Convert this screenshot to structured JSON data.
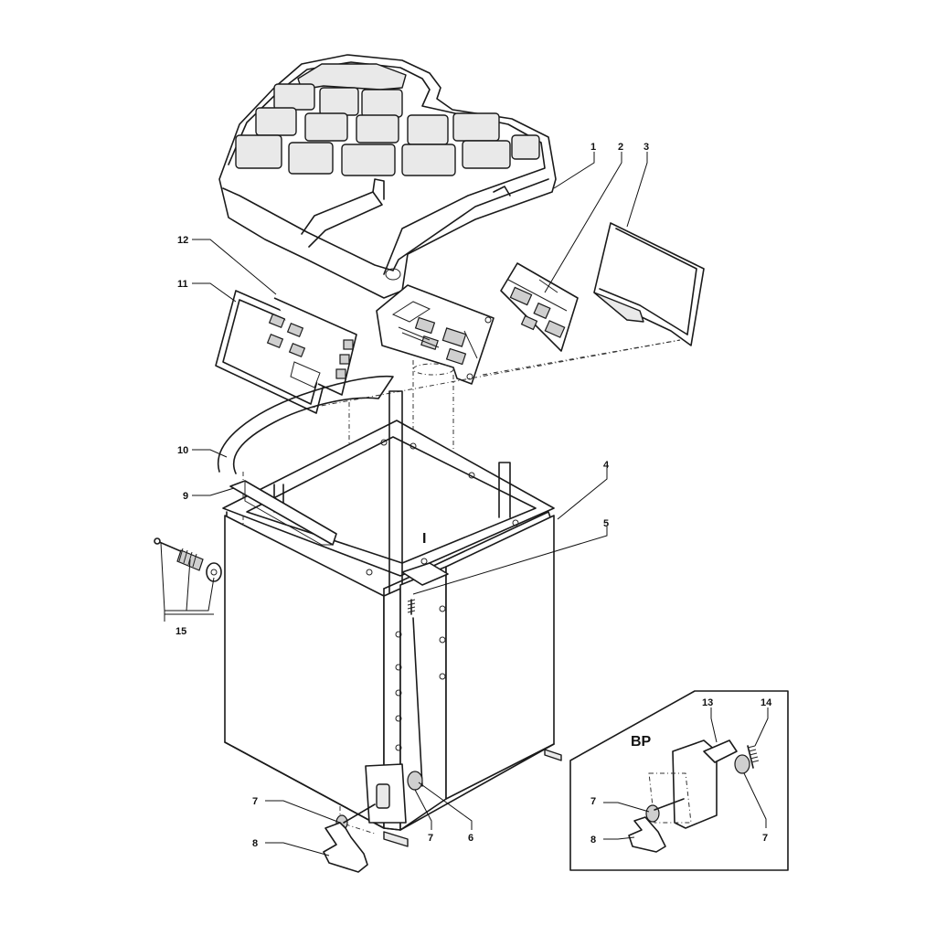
{
  "callouts": {
    "c1": "1",
    "c2": "2",
    "c3": "3",
    "c4": "4",
    "c5": "5",
    "c6": "6",
    "c7a": "7",
    "c7b": "7",
    "c7c": "7",
    "c7d": "7",
    "c8a": "8",
    "c8b": "8",
    "c9": "9",
    "c10": "10",
    "c11": "11",
    "c12": "12",
    "c13": "13",
    "c14": "14",
    "c15": "15"
  },
  "labels": {
    "view_i": "I",
    "inset_title": "BP"
  }
}
